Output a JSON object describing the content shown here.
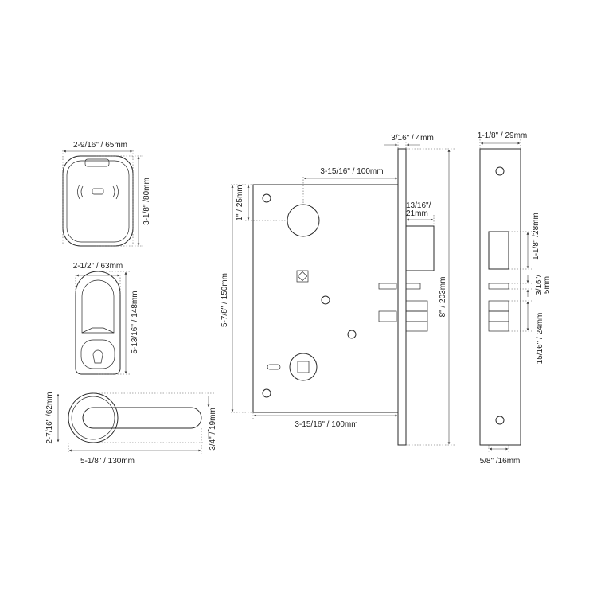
{
  "card_reader": {
    "width": "2-9/16\" / 65mm",
    "height": "3-1/8\" /80mm"
  },
  "escutcheon": {
    "width": "2-1/2\" / 63mm",
    "height": "5-13/16\" / 148mm"
  },
  "lever": {
    "rose_height": "2-7/16\" /62mm",
    "length": "5-1/8\" / 130mm",
    "thickness": "3/4\" / 19mm"
  },
  "mortise": {
    "hub_offset": "1\" / 25mm",
    "case_height": "5-7/8\" / 150mm",
    "backset": "3-15/16\" / 100mm",
    "case_depth": "3-15/16\" / 100mm",
    "faceplate_thickness": "3/16\" / 4mm",
    "latch_throw_line1": "13/16\"/",
    "latch_throw_line2": "21mm",
    "faceplate_height": "8\" / 203mm"
  },
  "faceplate": {
    "width": "1-1/8\" / 29mm",
    "latch_opening_height": "1-1/8\" /28mm",
    "trigger_height_line1": "3/16\"/",
    "trigger_height_line2": "5mm",
    "deadbolt_opening_height": "15/16\" / 24mm",
    "opening_width": "5/8\" /16mm"
  }
}
